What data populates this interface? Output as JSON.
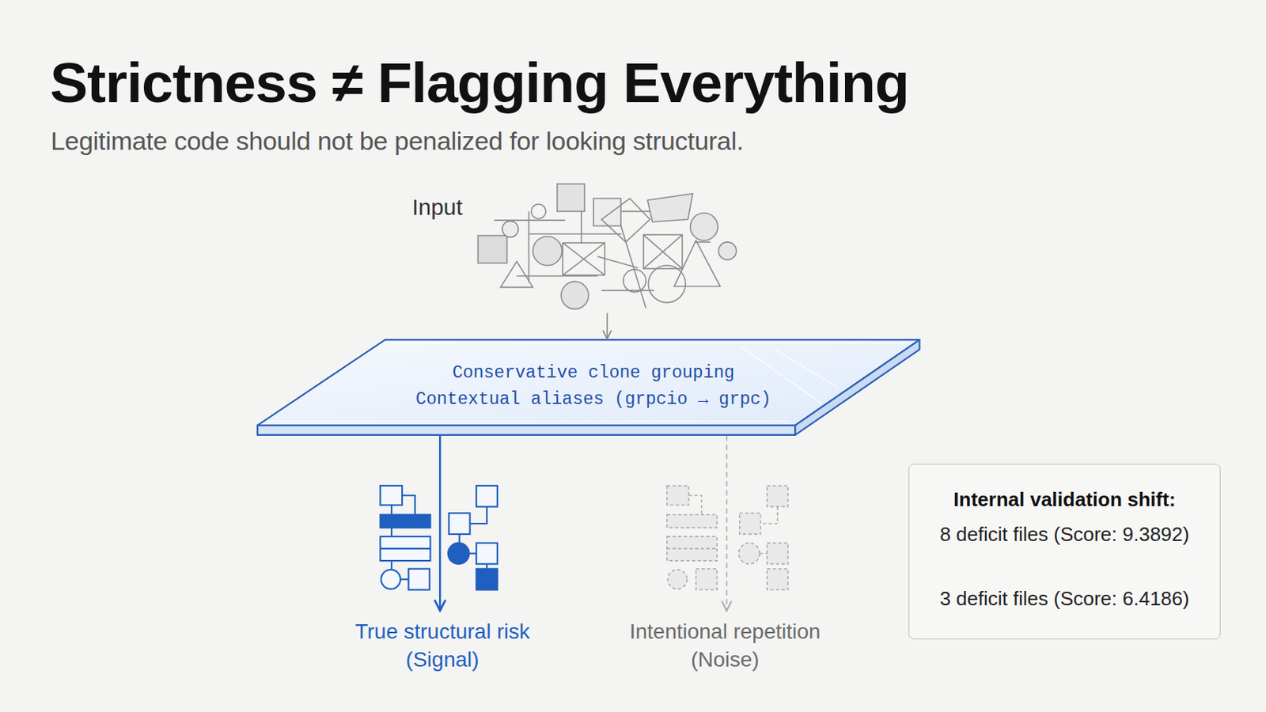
{
  "diagram": {
    "title": "Strictness ≠ Flagging Everything",
    "caption": "Legitimate code should not be penalized for looking structural.",
    "nodes": [
      {
        "text": [
          "Input"
        ]
      },
      {
        "text": [
          "Conservative clone grouping",
          "Contextual aliases (grpcio → grpc)"
        ]
      },
      {
        "text": [
          "True structural risk",
          "(Signal)"
        ]
      },
      {
        "text": [
          "Intentional repetition",
          "(Noise)"
        ]
      },
      {
        "text": [
          "Internal validation shift:",
          "8 deficit files (Score: 9.3892)",
          "3 deficit files (Score: 6.4186)"
        ]
      }
    ],
    "edges": [
      {
        "from": 0,
        "to": 1,
        "arrow": "to"
      },
      {
        "from": 1,
        "to": 2,
        "arrow": "to"
      },
      {
        "from": 1,
        "to": 3,
        "arrow": "to"
      }
    ]
  }
}
